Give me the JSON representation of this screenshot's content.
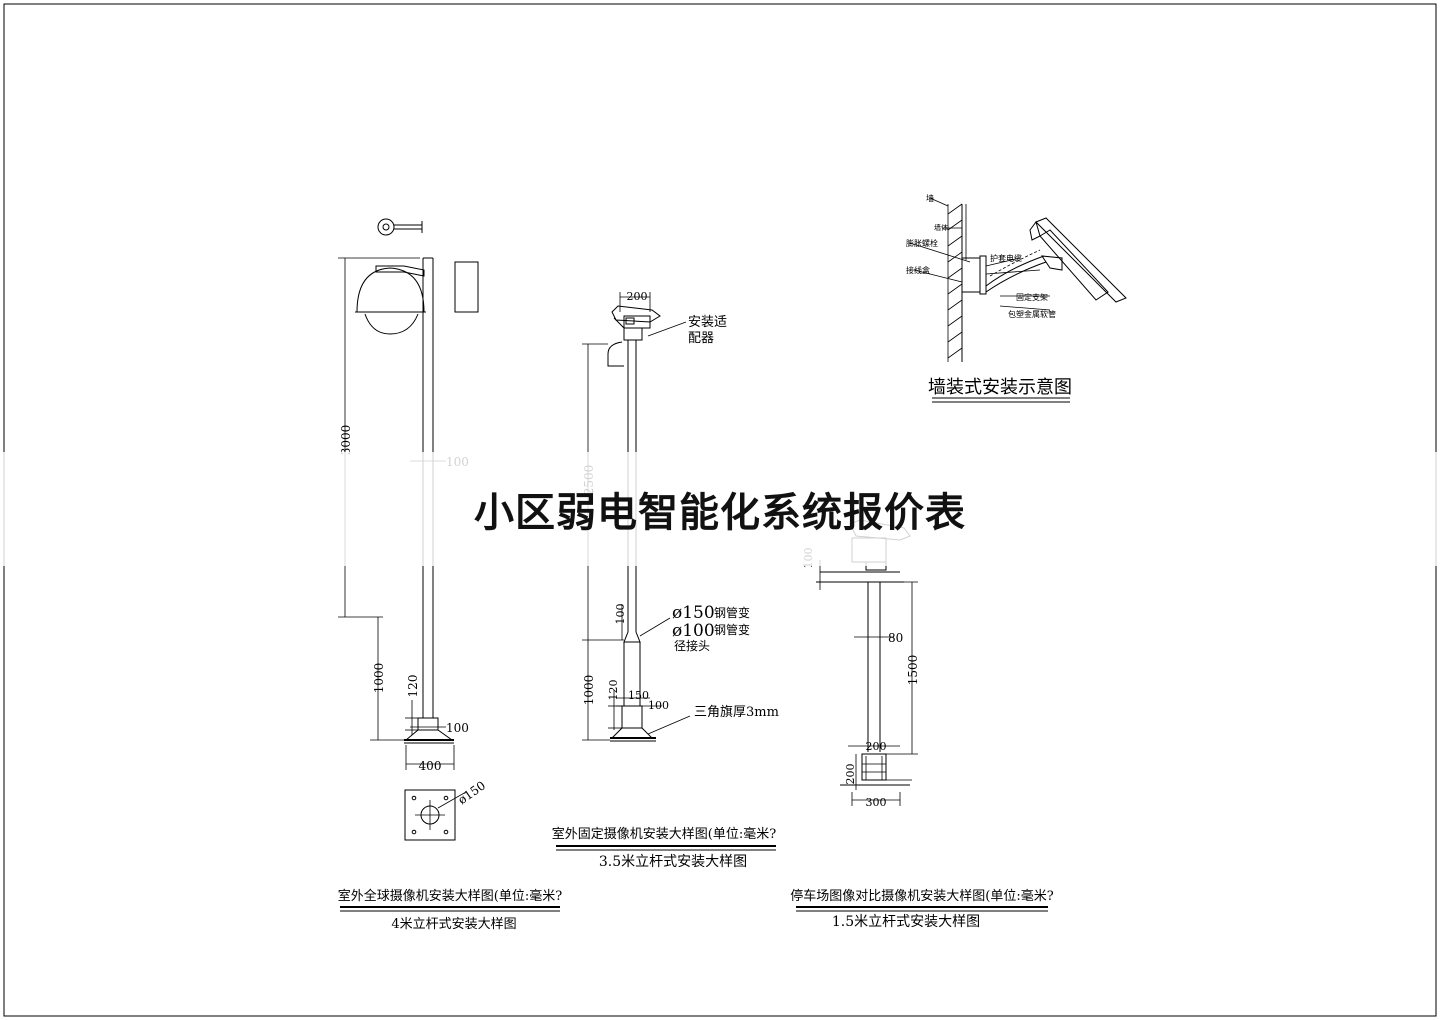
{
  "title": "小区弱电智能化系统报价表",
  "drawing1": {
    "caption": "室外全球摄像机安装大样图(单位:毫米?",
    "subcaption": "4米立杆式安装大样图",
    "dims": {
      "d3000": "3000",
      "d100a": "100",
      "d1000": "1000",
      "d120": "120",
      "d100b": "100",
      "d400": "400",
      "d150": "ø150"
    }
  },
  "drawing2": {
    "caption": "室外固定摄像机安装大样图(单位:毫米?",
    "subcaption": "3.5米立杆式安装大样图",
    "dims": {
      "d200": "200",
      "d2500": "2500",
      "d100": "100",
      "d1000": "1000",
      "d120": "120",
      "d150": "150",
      "d100b": "100"
    },
    "labels": {
      "adapter1": "安装适",
      "adapter2": "配器",
      "pipe150": "ø150",
      "pipe150t": "钢管变",
      "pipe100": "ø100",
      "pipe100t": "钢管变",
      "reducer": "径接头",
      "gusset": "三角旗厚3mm"
    }
  },
  "drawing3": {
    "caption": "停车场图像对比摄像机安装大样图(单位:毫米?",
    "subcaption": "1.5米立杆式安装大样图",
    "dims": {
      "d100": "100",
      "d80": "80",
      "d1500": "1500",
      "d200": "200",
      "d200v": "200",
      "d300": "300"
    }
  },
  "drawing4": {
    "caption": "墙装式安装示意图",
    "labels": {
      "wall": "墙",
      "bolt1": "膨胀螺栓",
      "box": "接线盒",
      "conduit": "护套电缆",
      "bracket": "固定支架",
      "metal": "包塑金属软管",
      "wallsurf": "墙体"
    }
  }
}
